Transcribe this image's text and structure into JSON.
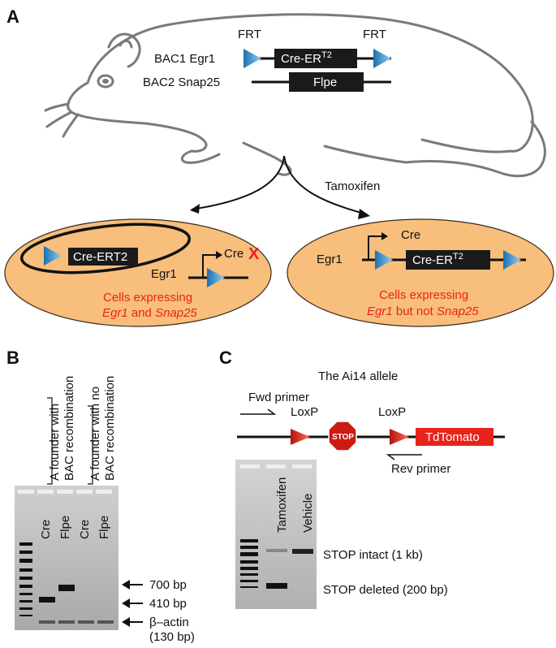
{
  "panel_a": {
    "letter": "A",
    "frt_label": "FRT",
    "bac1_label": "BAC1 Egr1",
    "bac2_label": "BAC2 Snap25",
    "cre_ert_main": "Cre-ER",
    "cre_ert_sup": "T2",
    "flpe": "Flpe",
    "tamoxifen": "Tamoxifen",
    "left_cell": {
      "plasmid_label": "Cre-ERT2",
      "egr1": "Egr1",
      "cre": "Cre",
      "x_mark": "X",
      "text_line1": "Cells expressing",
      "text_line2_a": "Egr1",
      "text_line2_b": " and ",
      "text_line2_c": "Snap25"
    },
    "right_cell": {
      "egr1": "Egr1",
      "cre": "Cre",
      "cre_ert_main": "Cre-ER",
      "cre_ert_sup": "T2",
      "text_line1": "Cells expressing",
      "text_line2_a": "Egr1",
      "text_line2_b": " but not ",
      "text_line2_c": "Snap25"
    },
    "colors": {
      "cell_fill": "#f7be7c",
      "cell_stroke": "#3a2a1a",
      "frt": "#3b9ad6",
      "text_red": "#e8231c"
    }
  },
  "panel_b": {
    "letter": "B",
    "group1": [
      "A founder with",
      "BAC recombination"
    ],
    "group2": [
      "A founder with no",
      "BAC recombination"
    ],
    "lanes": [
      "Cre",
      "Flpe",
      "Cre",
      "Flpe"
    ],
    "markers": [
      "700 bp",
      "410 bp",
      "β–actin",
      "(130 bp)"
    ]
  },
  "panel_c": {
    "letter": "C",
    "title": "The Ai14 allele",
    "fwd_primer": "Fwd primer",
    "loxp": "LoxP",
    "stop": "STOP",
    "tdtomato": "TdTomato",
    "rev_primer": "Rev primer",
    "lanes": [
      "Tamoxifen",
      "Vehicle"
    ],
    "bands": [
      "STOP intact (1 kb)",
      "STOP deleted (200 bp)"
    ],
    "colors": {
      "loxp": "#e8231c",
      "tdtomato": "#e8231c"
    }
  }
}
